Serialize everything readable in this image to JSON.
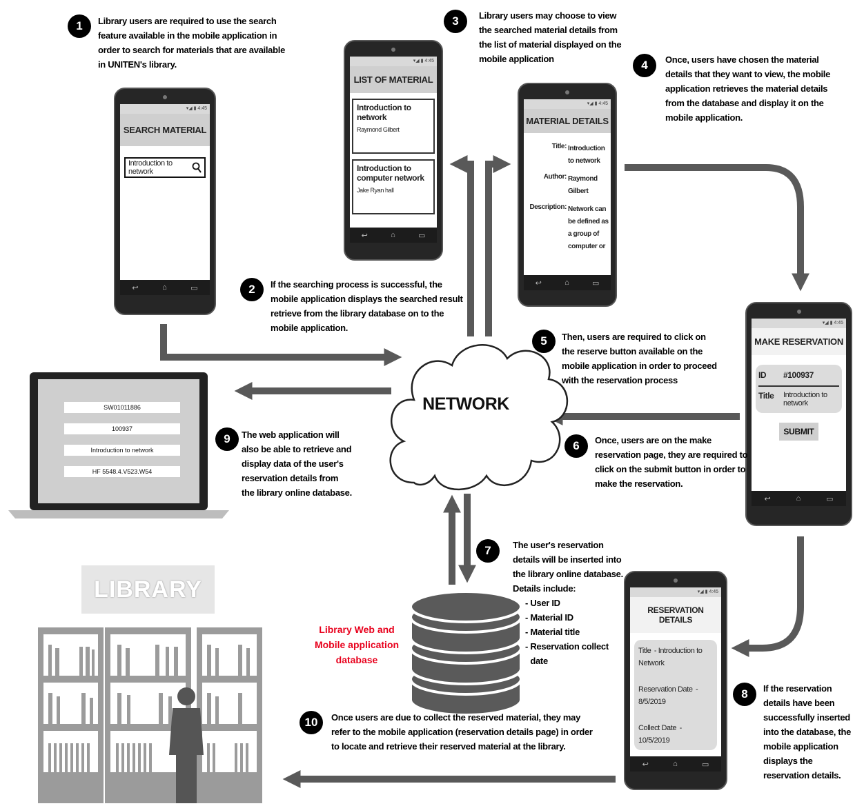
{
  "steps": [
    {
      "num": "1",
      "text": "Library users are required to use the search feature available in the mobile application in order to search for materials that are available in UNITEN's library."
    },
    {
      "num": "2",
      "text": "If the searching process is successful, the mobile application displays the searched result retrieve from the library database on to the mobile application."
    },
    {
      "num": "3",
      "text": "Library users may choose to view the searched material details from the list of material displayed on the mobile application"
    },
    {
      "num": "4",
      "text": "Once, users have chosen the material details that they want to view, the mobile application retrieves the material details from the database and display it on the mobile application."
    },
    {
      "num": "5",
      "text": "Then, users are required to click on the reserve button available on the mobile application in order to proceed with the reservation process"
    },
    {
      "num": "6",
      "text": "Once, users are on the make reservation page, they are required to click on the submit button in order to make the reservation."
    },
    {
      "num": "7",
      "text": "The user's reservation details will be inserted into the library online database. Details include:",
      "items": [
        "User ID",
        "Material ID",
        "Material title",
        "Reservation collect date"
      ]
    },
    {
      "num": "8",
      "text": "If the reservation details have been successfully inserted into the database, the mobile application displays the reservation details."
    },
    {
      "num": "9",
      "text": "The web application will also be able to retrieve and display data of the user's reservation details from the library online database."
    },
    {
      "num": "10",
      "text": "Once users are due to collect the reserved material, they may refer to the mobile application (reservation details page) in order to locate and retrieve their reserved material at the library."
    }
  ],
  "network_label": "NETWORK",
  "database_label": "Library Web and Mobile application database",
  "library_sign": "LIBRARY",
  "phones": {
    "search": {
      "title": "SEARCH MATERIAL",
      "query": "Introduction to network"
    },
    "list": {
      "title": "LIST OF MATERIAL",
      "items": [
        {
          "title": "Introduction to network",
          "author": "Raymond Gilbert"
        },
        {
          "title": "Introduction to computer network",
          "author": "Jake Ryan hall"
        }
      ]
    },
    "details": {
      "title": "MATERIAL DETAILS",
      "rows": [
        {
          "label": "Title:",
          "value": "Introduction to network"
        },
        {
          "label": "Author:",
          "value": "Raymond Gilbert"
        },
        {
          "label": "Description:",
          "value": "Network can be defined as a group of computer or"
        }
      ]
    },
    "reserve": {
      "title": "MAKE RESERVATION",
      "id_label": "ID",
      "id_value": "#100937",
      "title_label": "Title",
      "title_value": "Introduction to network",
      "submit": "SUBMIT"
    },
    "reservation": {
      "title": "RESERVATION DETAILS",
      "rows": [
        {
          "label": "Title",
          "value": "- Introduction to Network"
        },
        {
          "label": "Reservation Date",
          "value": "- 8/5/2019"
        },
        {
          "label": "Collect Date",
          "value": "- 10/5/2019"
        }
      ]
    }
  },
  "laptop": {
    "fields": [
      "SW01011886",
      "100937",
      "Introduction to network",
      "HF 5548.4.V523.W54"
    ]
  },
  "colors": {
    "arrow": "#595959",
    "db_label": "#e8001c",
    "phone": "#262626"
  }
}
